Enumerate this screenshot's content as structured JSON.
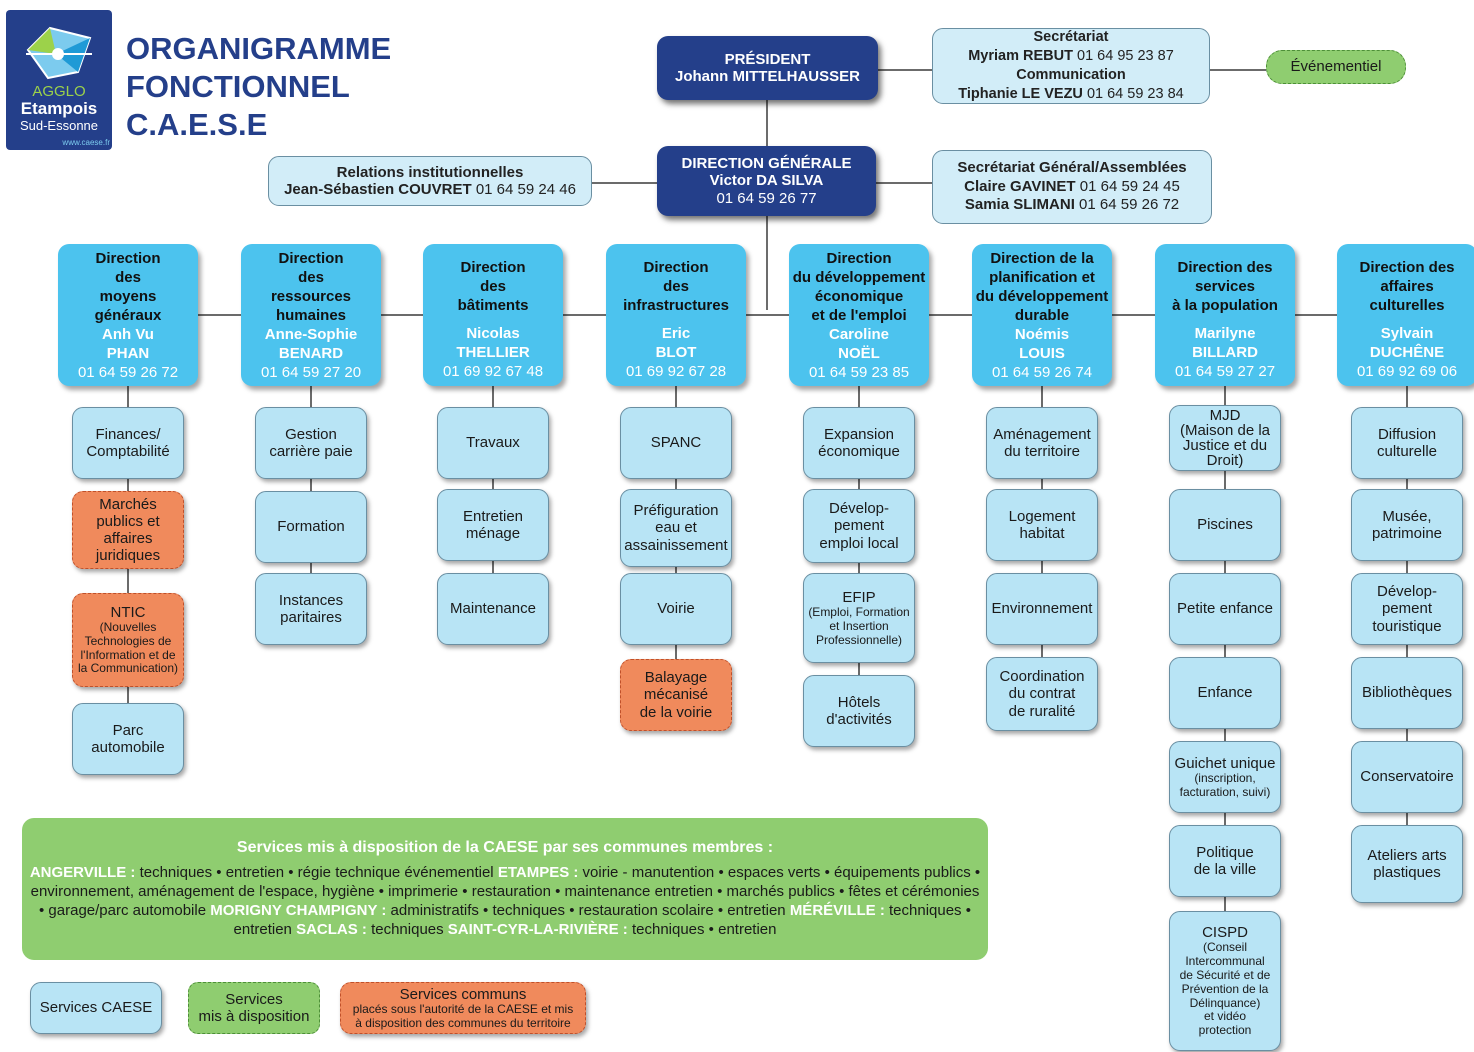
{
  "logo": {
    "agglo": "AGGLO",
    "name": "Etampois",
    "sub": "Sud-Essonne",
    "url": "www.caese.fr"
  },
  "title": [
    "ORGANIGRAMME",
    "FONCTIONNEL",
    "C.A.E.S.E"
  ],
  "president": {
    "title": "PRÉSIDENT",
    "name": "Johann MITTELHAUSSER"
  },
  "secretariat": {
    "title": "Secrétariat",
    "name1": "Myriam REBUT",
    "phone1": "01 64 95 23 87",
    "title2": "Communication",
    "name2": "Tiphanie LE VEZU",
    "phone2": "01 64 59 23 84"
  },
  "evenementiel": "Événementiel",
  "direction_generale": {
    "title": "DIRECTION GÉNÉRALE",
    "name": "Victor DA SILVA",
    "phone": "01 64 59 26 77"
  },
  "relations": {
    "title": "Relations institutionnelles",
    "name": "Jean-Sébastien COUVRET",
    "phone": "01 64 59 24 46"
  },
  "secretariat_general": {
    "title": "Secrétariat Général/Assemblées",
    "name1": "Claire GAVINET",
    "phone1": "01 64 59 24 45",
    "name2": "Samia SLIMANI",
    "phone2": "01 64 59 26 72"
  },
  "directions": [
    {
      "title": [
        "Direction",
        "des",
        "moyens",
        "généraux"
      ],
      "first": "Anh Vu",
      "last": "PHAN",
      "phone": "01 64 59 26 72",
      "services": [
        {
          "text": [
            "Finances/",
            "Comptabilité"
          ],
          "kind": "light"
        },
        {
          "text": [
            "Marchés",
            "publics et",
            "affaires",
            "juridiques"
          ],
          "kind": "orange"
        },
        {
          "text": [
            "NTIC",
            "(Nouvelles",
            "Technologies de",
            "l'Information et de",
            "la Communication)"
          ],
          "kind": "orange"
        },
        {
          "text": [
            "Parc",
            "automobile"
          ],
          "kind": "light"
        }
      ]
    },
    {
      "title": [
        "Direction",
        "des",
        "ressources",
        "humaines"
      ],
      "first": "Anne-Sophie",
      "last": "BENARD",
      "phone": "01 64 59 27 20",
      "services": [
        {
          "text": [
            "Gestion",
            "carrière paie"
          ],
          "kind": "light"
        },
        {
          "text": [
            "Formation"
          ],
          "kind": "light"
        },
        {
          "text": [
            "Instances",
            "paritaires"
          ],
          "kind": "light"
        }
      ]
    },
    {
      "title": [
        "Direction",
        "des",
        "bâtiments"
      ],
      "first": "Nicolas",
      "last": "THELLIER",
      "phone": "01 69 92 67 48",
      "services": [
        {
          "text": [
            "Travaux"
          ],
          "kind": "light"
        },
        {
          "text": [
            "Entretien",
            "ménage"
          ],
          "kind": "light"
        },
        {
          "text": [
            "Maintenance"
          ],
          "kind": "light"
        }
      ]
    },
    {
      "title": [
        "Direction",
        "des",
        "infrastructures"
      ],
      "first": "Eric",
      "last": "BLOT",
      "phone": "01 69 92 67 28",
      "services": [
        {
          "text": [
            "SPANC"
          ],
          "kind": "light"
        },
        {
          "text": [
            "Préfiguration",
            "eau et",
            "assainissement"
          ],
          "kind": "light"
        },
        {
          "text": [
            "Voirie"
          ],
          "kind": "light"
        },
        {
          "text": [
            "Balayage",
            "mécanisé",
            "de la voirie"
          ],
          "kind": "orange"
        }
      ]
    },
    {
      "title": [
        "Direction",
        "du développement",
        "économique",
        "et de l'emploi"
      ],
      "first": "Caroline",
      "last": "NOËL",
      "phone": "01 64 59 23 85",
      "services": [
        {
          "text": [
            "Expansion",
            "économique"
          ],
          "kind": "light"
        },
        {
          "text": [
            "Dévelop-",
            "pement",
            "emploi local"
          ],
          "kind": "light"
        },
        {
          "text": [
            "EFIP",
            "(Emploi, Formation",
            "et Insertion",
            "Professionnelle)"
          ],
          "kind": "light"
        },
        {
          "text": [
            "Hôtels",
            "d'activités"
          ],
          "kind": "light"
        }
      ]
    },
    {
      "title": [
        "Direction de la",
        "planification et",
        "du développement",
        "durable"
      ],
      "first": "Noémis",
      "last": "LOUIS",
      "phone": "01 64 59 26 74",
      "services": [
        {
          "text": [
            "Aménagement",
            "du territoire"
          ],
          "kind": "light"
        },
        {
          "text": [
            "Logement",
            "habitat"
          ],
          "kind": "light"
        },
        {
          "text": [
            "Environnement"
          ],
          "kind": "light"
        },
        {
          "text": [
            "Coordination",
            "du contrat",
            "de ruralité"
          ],
          "kind": "light"
        }
      ]
    },
    {
      "title": [
        "Direction des",
        "services",
        "à la population"
      ],
      "first": "Marilyne",
      "last": "BILLARD",
      "phone": "01 64 59 27 27",
      "services": [
        {
          "text": [
            "MJD",
            "(Maison de la",
            "Justice et du",
            "Droit)"
          ],
          "kind": "light"
        },
        {
          "text": [
            "Piscines"
          ],
          "kind": "light"
        },
        {
          "text": [
            "Petite enfance"
          ],
          "kind": "light"
        },
        {
          "text": [
            "Enfance"
          ],
          "kind": "light"
        },
        {
          "text": [
            "Guichet unique",
            "(inscription,",
            "facturation, suivi)"
          ],
          "kind": "light"
        },
        {
          "text": [
            "Politique",
            "de la ville"
          ],
          "kind": "light"
        },
        {
          "text": [
            "CISPD",
            "(Conseil",
            "Intercommunal",
            "de Sécurité et de",
            "Prévention de la",
            "Délinquance)",
            "et vidéo",
            "protection"
          ],
          "kind": "light"
        }
      ]
    },
    {
      "title": [
        "Direction des",
        "affaires",
        "culturelles"
      ],
      "first": "Sylvain",
      "last": "DUCHÊNE",
      "phone": "01 69 92 69 06",
      "services": [
        {
          "text": [
            "Diffusion",
            "culturelle"
          ],
          "kind": "light"
        },
        {
          "text": [
            "Musée,",
            "patrimoine"
          ],
          "kind": "light"
        },
        {
          "text": [
            "Dévelop-",
            "pement",
            "touristique"
          ],
          "kind": "light"
        },
        {
          "text": [
            "Bibliothèques"
          ],
          "kind": "light"
        },
        {
          "text": [
            "Conservatoire"
          ],
          "kind": "light"
        },
        {
          "text": [
            "Ateliers arts",
            "plastiques"
          ],
          "kind": "light"
        }
      ]
    }
  ],
  "communes_panel": {
    "title": "Services mis à disposition de la CAESE par ses communes membres :",
    "segments": [
      {
        "town": "ANGERVILLE :",
        "text": " techniques • entretien • régie technique événementiel "
      },
      {
        "town": "ETAMPES :",
        "text": " voirie - manutention • espaces verts • équipements publics • environnement, aménagement de l'espace, hygiène • imprimerie • restauration • maintenance entretien • marchés publics • fêtes et cérémonies • garage/parc automobile "
      },
      {
        "town": "MORIGNY CHAMPIGNY :",
        "text": " administratifs • techniques • restauration scolaire • entretien "
      },
      {
        "town": "MÉRÉVILLE :",
        "text": " techniques • entretien "
      },
      {
        "town": "SACLAS :",
        "text": " techniques "
      },
      {
        "town": "SAINT-CYR-LA-RIVIÈRE :",
        "text": " techniques • entretien"
      }
    ]
  },
  "legend": {
    "caese": "Services CAESE",
    "mis_a_dispo": [
      "Services",
      "mis à disposition"
    ],
    "communs_title": "Services communs",
    "communs_desc": [
      "placés sous l'autorité de la CAESE et mis",
      "à disposition des communes du territoire"
    ]
  },
  "colors": {
    "navy": "#243f8a",
    "direction": "#4cc3ee",
    "service": "#b8e4f5",
    "shared": "#f08a5c",
    "municipal": "#8fcd70"
  }
}
